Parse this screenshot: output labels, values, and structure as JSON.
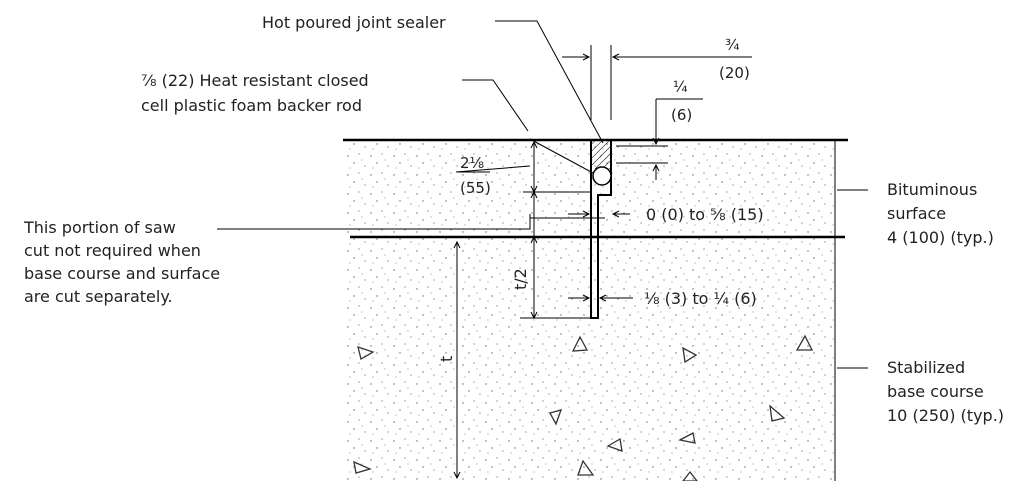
{
  "labels": {
    "hot_poured": "Hot poured joint sealer",
    "backer_line1": "⅞ (22) Heat resistant closed",
    "backer_line2": "cell plastic foam backer rod",
    "saw_line1": "This portion of saw",
    "saw_line2": "cut not required when",
    "saw_line3": "base course and surface",
    "saw_line4": "are cut separately.",
    "bit_line1": "Bituminous",
    "bit_line2": "surface",
    "bit_line3": "4 (100) (typ.)",
    "stab_line1": "Stabilized",
    "stab_line2": "base course",
    "stab_line3": "10 (250) (typ.)"
  },
  "dims": {
    "three_quarter": "¾",
    "twenty": "(20)",
    "one_quarter": "¼",
    "six": "(6)",
    "two_eighth": "2⅛",
    "fifty_five": "(55)",
    "gap_range": "0 (0) to ⅝ (15)",
    "slot_range": "⅛ (3) to ¼ (6)",
    "t_half": "t/2",
    "t": "t"
  },
  "colors": {
    "line": "#000000",
    "text": "#222222",
    "aggregate": "#555555"
  }
}
